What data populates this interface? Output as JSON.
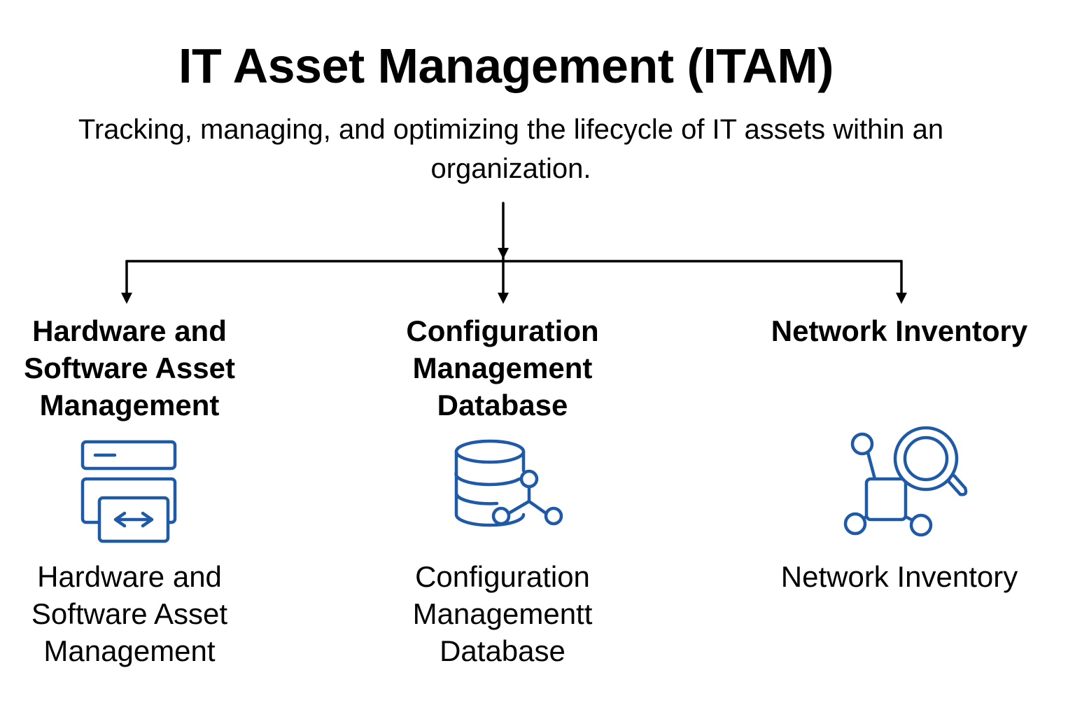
{
  "title": "IT Asset Management (ITAM)",
  "subtitle": "Tracking, managing, and optimizing the lifecycle of IT assets within an organization.",
  "accent_color": "#1E5AA8",
  "line_color": "#000000",
  "branches": [
    {
      "heading": "Hardware and Software Asset Management",
      "icon": "server-code-icon",
      "caption": "Hardware and Software Asset Management"
    },
    {
      "heading": "Configuration Management Database",
      "icon": "database-network-icon",
      "caption": "Configuration Managementt Database"
    },
    {
      "heading": "Network Inventory",
      "icon": "network-search-icon",
      "caption": "Network Inventory"
    }
  ]
}
